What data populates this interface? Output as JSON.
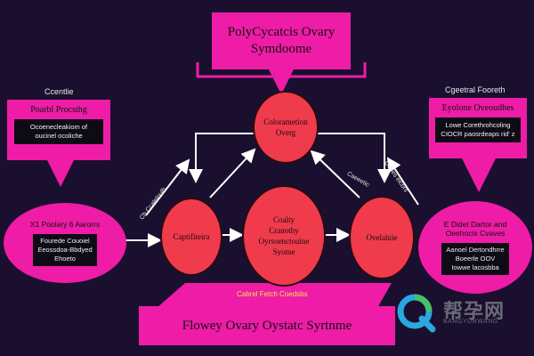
{
  "title": {
    "line1": "PolyCycatcis Ovary",
    "line2": "Symdoome"
  },
  "left_panel": {
    "label": "Ccentlie",
    "header": "Poarbl Procsthg",
    "body_line1": "Ocoenecleakiom of",
    "body_line2": "oucinel ocoliche"
  },
  "right_panel": {
    "label": "Cgeetral Fooreth",
    "header": "Eyolone Oveoudhes",
    "body_line1": "Lowe Corethrohcoling",
    "body_line2": "CIOCR paosrdeaps rid' z"
  },
  "circles": {
    "top": {
      "line1": "Colorametion",
      "line2": "Overg"
    },
    "center": {
      "line1": "Coalty",
      "line2": "Cranothy",
      "line3": "Oyrsoenctouine",
      "line4": "Syome"
    },
    "left": {
      "label": "Captifiteira"
    },
    "right": {
      "label": "Ovelahiie"
    }
  },
  "left_ellipse": {
    "header": "X1 Poolary 6 Aarorrs",
    "line1": "Fourede Couoiel",
    "line2": "Eeossdoa-Bbdyed",
    "line3": "Ehoeto"
  },
  "right_ellipse": {
    "header": "E Didet Dartor and",
    "header2": "Oeehocis Cvaves",
    "line1": "Aanoel Dertondhrre",
    "line2": "Boeerle OOV",
    "line3": "Iowwe lacosbba"
  },
  "arrow_labels": {
    "left_diag": "Cb Ccaleloulb",
    "right_diag1": "Caeeetic",
    "right_diag2": "Ocees elcbrs"
  },
  "note": "Cabrel Fetch Coedsbs",
  "bottom_banner": "Flowey Ovary Oystatc Syrtnme",
  "logo": {
    "main": "帮孕网",
    "sub": "BANGYUNWANG"
  },
  "colors": {
    "background": "#1a0f2e",
    "magenta": "#ee1ca6",
    "red": "#ef3b4c",
    "box_black": "#0e0b16",
    "note_yellow": "#f2e64a"
  }
}
